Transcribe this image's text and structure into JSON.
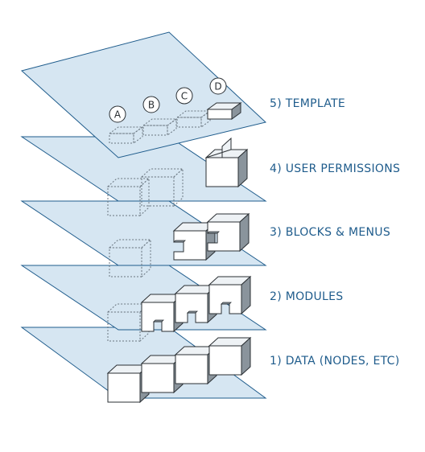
{
  "colors": {
    "plane_fill": "#d6e6f2",
    "plane_stroke": "#1f5c8c",
    "block_front": "#ffffff",
    "block_top": "#eef2f5",
    "block_side": "#8a949c",
    "block_stroke": "#2a2f33",
    "label": "#1f5c8c"
  },
  "layers": [
    {
      "id": "template",
      "label": "5) TEMPLATE"
    },
    {
      "id": "user-permissions",
      "label": "4) USER PERMISSIONS"
    },
    {
      "id": "blocks-menus",
      "label": "3) BLOCKS & MENUS"
    },
    {
      "id": "modules",
      "label": "2) MODULES"
    },
    {
      "id": "data",
      "label": "1) DATA (NODES, ETC)"
    }
  ],
  "markers": [
    "A",
    "B",
    "C",
    "D"
  ]
}
